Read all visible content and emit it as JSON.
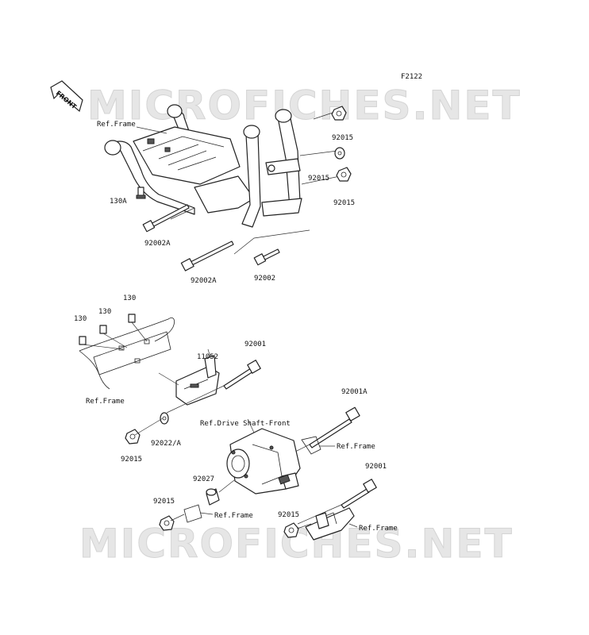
{
  "diagram_code": "F2122",
  "front_label": "FRONT",
  "watermark": "MICROFICHES.NET",
  "labels": {
    "ref_frame_top": "Ref.Frame",
    "p130a": "130A",
    "p92002a_1": "92002A",
    "p92002a_2": "92002A",
    "p92002": "92002",
    "p92015_1": "92015",
    "p92015_2": "92015",
    "p92015_3": "92015",
    "p130_1": "130",
    "p130_2": "130",
    "p130_3": "130",
    "p11052": "11052",
    "p92001_1": "92001",
    "ref_frame_left": "Ref.Frame",
    "p92001a": "92001A",
    "ref_drive_shaft": "Ref.Drive Shaft-Front",
    "ref_frame_mid": "Ref.Frame",
    "p92022a": "92022/A",
    "p92015_4": "92015",
    "p92027": "92027",
    "p92001_2": "92001",
    "p92015_5": "92015",
    "ref_frame_bl": "Ref.Frame",
    "p92015_6": "92015",
    "ref_frame_br": "Ref.Frame"
  }
}
